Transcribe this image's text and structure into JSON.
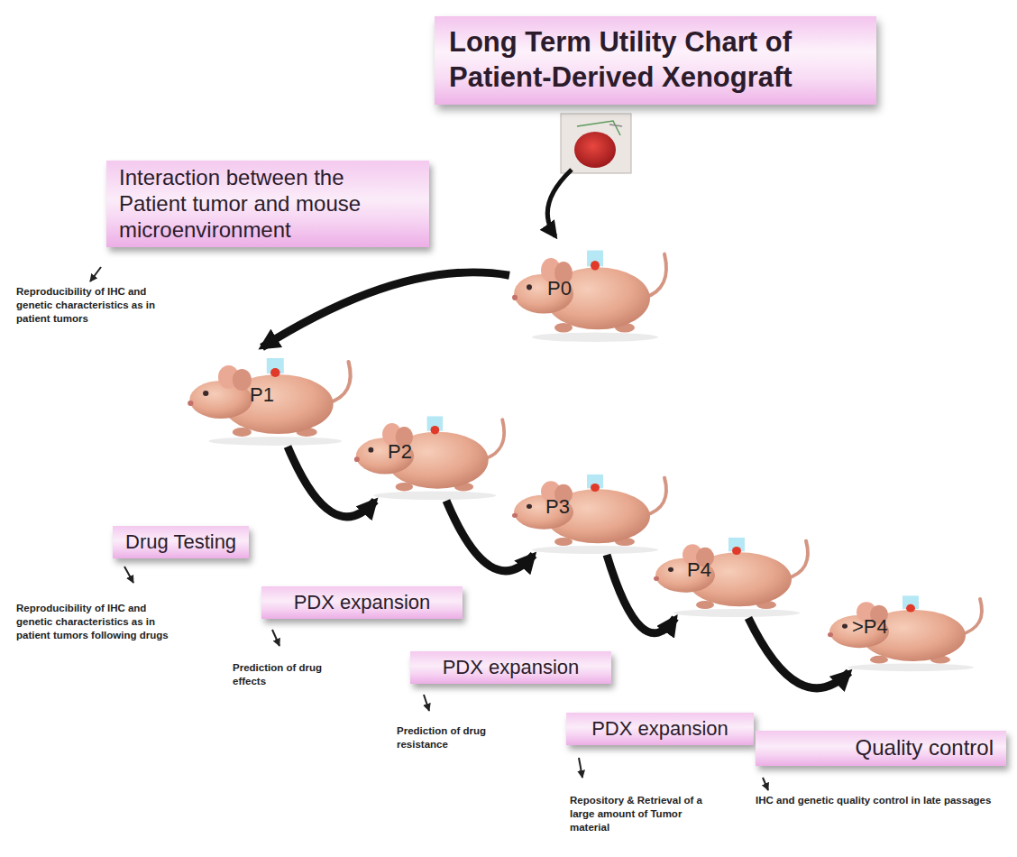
{
  "diagram": {
    "title": "Long Term Utility Chart of Patient-Derived Xenograft",
    "nodes": [
      {
        "text": [
          "Interaction between the Patient tumor and mouse microenvironment"
        ]
      },
      {
        "text": [
          "P0"
        ]
      },
      {
        "text": [
          "P1"
        ]
      },
      {
        "text": [
          "P2"
        ]
      },
      {
        "text": [
          "Drug Testing"
        ]
      },
      {
        "text": [
          "P3"
        ]
      },
      {
        "text": [
          "PDX expansion"
        ]
      },
      {
        "text": [
          "P4"
        ]
      },
      {
        "text": [
          "PDX expansion"
        ]
      },
      {
        "text": [
          ">P4"
        ]
      },
      {
        "text": [
          "PDX expansion"
        ]
      },
      {
        "text": [
          "Quality control"
        ]
      }
    ],
    "edges": [
      {
        "from": 1,
        "to": 2,
        "arrow": "to"
      },
      {
        "from": 2,
        "to": 3,
        "arrow": "to"
      },
      {
        "from": 3,
        "to": 5,
        "arrow": "to"
      },
      {
        "from": 5,
        "to": 7,
        "arrow": "to"
      },
      {
        "from": 7,
        "to": 9,
        "arrow": "to"
      }
    ],
    "labels": [
      "Reproducibility of IHC and genetic characteristics as in patient tumors",
      "Reproducibility of IHC and genetic characteristics as in patient tumors following drugs",
      "Prediction of drug effects",
      "Prediction of drug resistance",
      "Repository & Retrieval of a large amount of Tumor material",
      "IHC and genetic quality control in late passages"
    ]
  }
}
